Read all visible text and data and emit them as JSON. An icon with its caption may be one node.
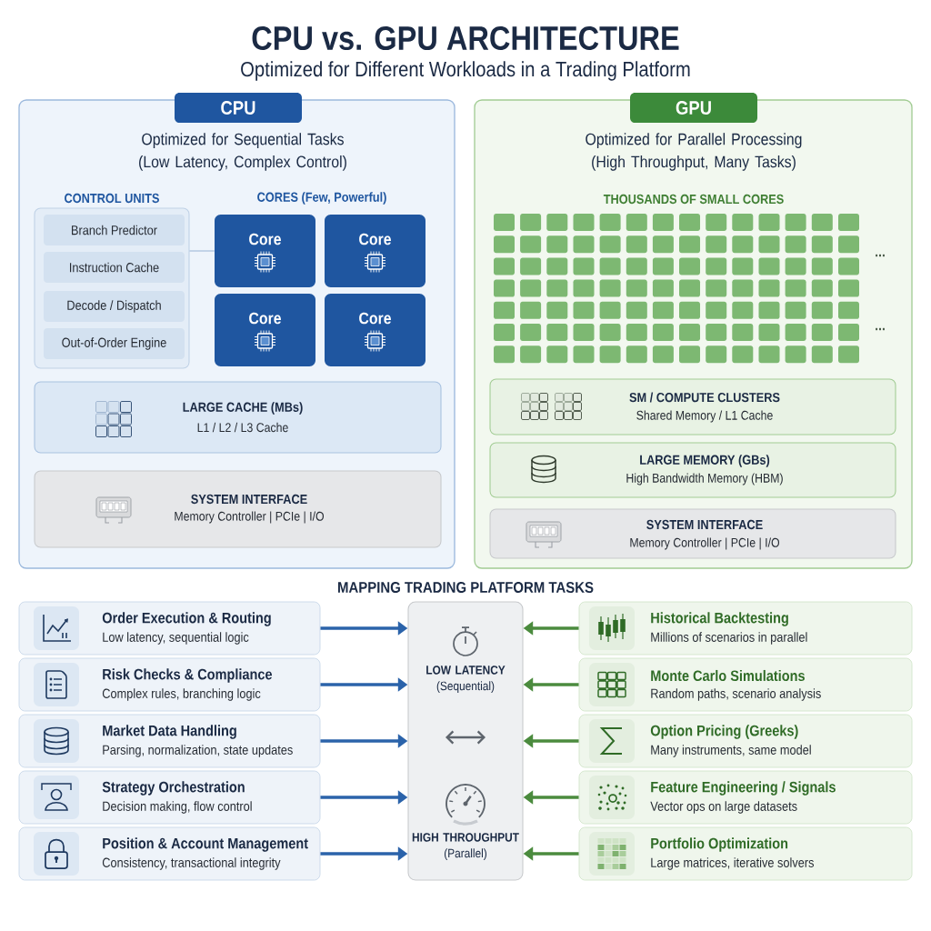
{
  "diagram": {
    "title": "CPU vs. GPU ARCHITECTURE",
    "nodes": [
      {
        "text": [
          "CPU",
          "Optimized for Sequential Tasks (Low Latency, Complex Control)"
        ]
      },
      {
        "text": [
          "CONTROL UNITS"
        ],
        "in": 0
      },
      {
        "text": [
          "Branch Predictor"
        ],
        "in": 1
      },
      {
        "text": [
          "Instruction Cache"
        ],
        "in": 1
      },
      {
        "text": [
          "Decode / Dispatch"
        ],
        "in": 1
      },
      {
        "text": [
          "Out-of-Order Engine"
        ],
        "in": 1
      },
      {
        "text": [
          "Core"
        ],
        "in": 0
      },
      {
        "text": [
          "Core"
        ],
        "in": 0
      },
      {
        "text": [
          "Core"
        ],
        "in": 0
      },
      {
        "text": [
          "Core"
        ],
        "in": 0
      },
      {
        "text": [
          "LARGE CACHE (MBs)",
          "L1 / L2 / L3 Cache"
        ],
        "in": 0
      },
      {
        "text": [
          "SYSTEM INTERFACE",
          "Memory Controller | PCIe | I/O"
        ],
        "in": 0
      },
      {
        "text": [
          "GPU",
          "Optimized for Parallel Processing (High Throughput, Many Tasks)"
        ]
      },
      {
        "text": [
          "SM / COMPUTE CLUSTERS",
          "Shared Memory / L1 Cache"
        ],
        "in": 12
      },
      {
        "text": [
          "LARGE MEMORY (GBs)",
          "High Bandwidth Memory (HBM)"
        ],
        "in": 12
      },
      {
        "text": [
          "SYSTEM INTERFACE",
          "Memory Controller | PCIe | I/O"
        ],
        "in": 12
      },
      {
        "text": [
          "Order Execution & Routing",
          "Low latency, sequential logic"
        ]
      },
      {
        "text": [
          "Risk Checks & Compliance",
          "Complex rules, branching logic"
        ]
      },
      {
        "text": [
          "Market Data Handling",
          "Parsing, normalization, state updates"
        ]
      },
      {
        "text": [
          "Strategy Orchestration",
          "Decision making, flow control"
        ]
      },
      {
        "text": [
          "Position & Account Management",
          "Consistency, transactional integrity"
        ]
      },
      {
        "text": [
          "**LOW LATENCY** (Sequential)",
          "**HIGH THROUGHPUT** (Parallel)"
        ]
      },
      {
        "text": [
          "Historical Backtesting",
          "Millions of scenarios in parallel"
        ]
      },
      {
        "text": [
          "Monte Carlo Simulations",
          "Random paths, scenario analysis"
        ]
      },
      {
        "text": [
          "Option Pricing (Greeks)",
          "Many instruments, same model"
        ]
      },
      {
        "text": [
          "Feature Engineering / Signals",
          "Vector ops on large datasets"
        ]
      },
      {
        "text": [
          "Portfolio Optimization",
          "Large matrices, iterative solvers"
        ]
      }
    ],
    "edges": [
      {
        "from": 1,
        "to": 6,
        "arrow": "none",
        "color": "#b7cbe4"
      },
      {
        "from": 16,
        "to": 21,
        "arrow": "to"
      },
      {
        "from": 17,
        "to": 21,
        "arrow": "to"
      },
      {
        "from": 18,
        "to": 21,
        "arrow": "to"
      },
      {
        "from": 19,
        "to": 21,
        "arrow": "to"
      },
      {
        "from": 20,
        "to": 21,
        "arrow": "to"
      },
      {
        "from": 22,
        "to": 21,
        "arrow": "to",
        "color": "#4b8b3e"
      },
      {
        "from": 23,
        "to": 21,
        "arrow": "to",
        "color": "#4b8b3e"
      },
      {
        "from": 24,
        "to": 21,
        "arrow": "to",
        "color": "#4b8b3e"
      },
      {
        "from": 25,
        "to": 21,
        "arrow": "to",
        "color": "#4b8b3e"
      },
      {
        "from": 26,
        "to": 21,
        "arrow": "to",
        "color": "#4b8b3e"
      }
    ],
    "labels": [
      "Optimized for Different Workloads in a Trading Platform",
      "CORES (Few, Powerful)",
      "THOUSANDS OF SMALL CORES",
      "...",
      "...",
      "MAPPING TRADING PLATFORM TASKS"
    ]
  }
}
